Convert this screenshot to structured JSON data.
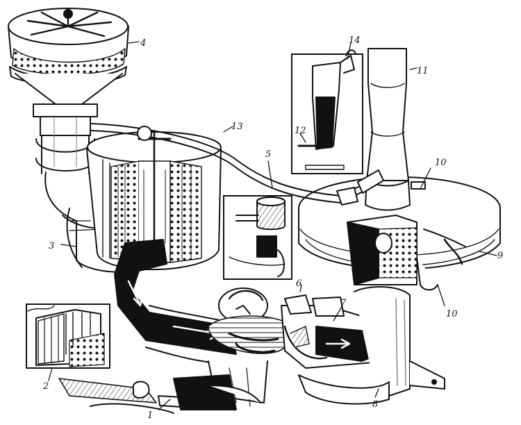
{
  "colors": {
    "ink": "#111111",
    "paper": "#ffffff",
    "hatch": "#555555"
  },
  "callouts": {
    "l1": "1",
    "l2": "2",
    "l3": "3",
    "l4": "4",
    "l5": "5",
    "l6": "6",
    "l7": "7",
    "l8": "8",
    "l9": "9",
    "l10a": "10",
    "l10b": "10",
    "l11": "11",
    "l12": "12",
    "l13": "13",
    "l14": "14"
  }
}
